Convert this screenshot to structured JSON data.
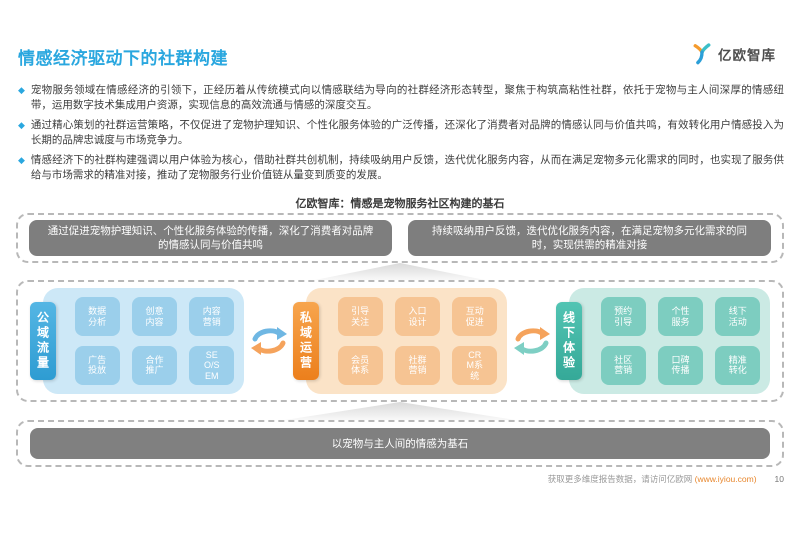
{
  "header": {
    "title": "情感经济驱动下的社群构建",
    "logo": {
      "text": "亿欧智库"
    }
  },
  "bullets": {
    "marker": "◆",
    "items": [
      "宠物服务领域在情感经济的引领下，正经历着从传统模式向以情感联结为导向的社群经济形态转型，聚焦于构筑高粘性社群，依托于宠物与主人间深厚的情感纽带，运用数字技术集成用户资源，实现信息的高效流通与情感的深度交互。",
      "通过精心策划的社群运营策略，不仅促进了宠物护理知识、个性化服务体验的广泛传播，还深化了消费者对品牌的情感认同与价值共鸣，有效转化用户情感投入为长期的品牌忠诚度与市场竞争力。",
      "情感经济下的社群构建强调以用户体验为核心，借助社群共创机制，持续吸纳用户反馈，迭代优化服务内容，从而在满足宠物多元化需求的同时，也实现了服务供给与市场需求的精准对接，推动了宠物服务行业价值链从量变到质变的发展。"
    ]
  },
  "diagram": {
    "subtitle": "亿欧智库：情感是宠物服务社区构建的基石",
    "callouts": {
      "left": "通过促进宠物护理知识、个性化服务体验的传播，深化了消费者对品牌的情感认同与价值共鸣",
      "right": "持续吸纳用户反馈，迭代优化服务内容，在满足宠物多元化需求的同时，实现供需的精准对接"
    },
    "flow": {
      "groups": [
        {
          "label": "公域流量",
          "items": [
            "数据分析",
            "创意内容",
            "内容营销",
            "广告投放",
            "合作推广",
            "SEO/SEM"
          ]
        },
        {
          "label": "私域运营",
          "items": [
            "引导关注",
            "入口设计",
            "互动促进",
            "会员体系",
            "社群营销",
            "CRM系统"
          ]
        },
        {
          "label": "线下体验",
          "items": [
            "预约引导",
            "个性服务",
            "线下活动",
            "社区营销",
            "口碑传播",
            "精准转化"
          ]
        }
      ]
    },
    "foundation": "以宠物与主人间的情感为基石"
  },
  "footer": {
    "note": "获取更多维度报告数据，请访问亿欧网",
    "link": "(www.iyiou.com)",
    "page_number": "10"
  },
  "colors": {
    "accent_blue": "#2AA7DF",
    "public_bar": "#36A3D9",
    "public_panel": "#CDE8F7",
    "public_chip": "#9BCFEB",
    "private_bar": "#F08C2E",
    "private_panel": "#FBE3C7",
    "private_chip": "#F6C493",
    "offline_bar": "#3FB8A8",
    "offline_panel": "#CBEAE4",
    "offline_chip": "#7DCDC0",
    "callout_gray": "#7E7E7E",
    "foundation_gray": "#808080",
    "link_orange": "#E8882F"
  }
}
